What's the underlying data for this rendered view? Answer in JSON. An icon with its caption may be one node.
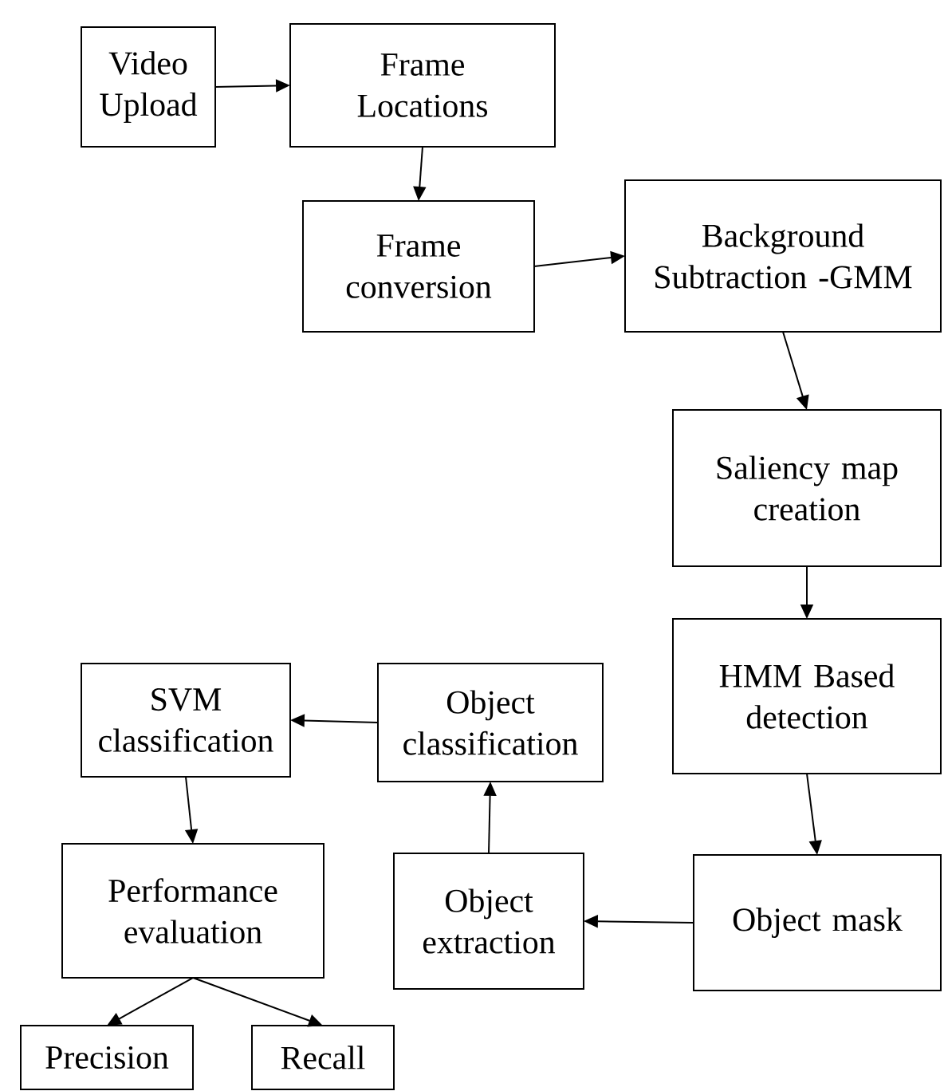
{
  "diagram": {
    "nodes": [
      {
        "text": [
          "Video Upload"
        ]
      },
      {
        "text": [
          "Frame Locations"
        ]
      },
      {
        "text": [
          "Frame conversion"
        ]
      },
      {
        "text": [
          "Background Subtraction -GMM"
        ]
      },
      {
        "text": [
          "Saliency map creation"
        ]
      },
      {
        "text": [
          "HMM Based detection"
        ]
      },
      {
        "text": [
          "Object mask"
        ]
      },
      {
        "text": [
          "Object extraction"
        ]
      },
      {
        "text": [
          "Object classification"
        ]
      },
      {
        "text": [
          "SVM classification"
        ]
      },
      {
        "text": [
          "Performance evaluation"
        ]
      },
      {
        "text": [
          "Precision"
        ]
      },
      {
        "text": [
          "Recall"
        ]
      }
    ],
    "edges": [
      {
        "from": 0,
        "to": 1,
        "arrow": "to"
      },
      {
        "from": 1,
        "to": 2,
        "arrow": "to"
      },
      {
        "from": 2,
        "to": 3,
        "arrow": "to"
      },
      {
        "from": 3,
        "to": 4,
        "arrow": "to"
      },
      {
        "from": 4,
        "to": 5,
        "arrow": "to"
      },
      {
        "from": 5,
        "to": 6,
        "arrow": "to"
      },
      {
        "from": 6,
        "to": 7,
        "arrow": "to"
      },
      {
        "from": 7,
        "to": 8,
        "arrow": "to"
      },
      {
        "from": 8,
        "to": 9,
        "arrow": "to"
      },
      {
        "from": 9,
        "to": 10,
        "arrow": "to"
      },
      {
        "from": 10,
        "to": 11,
        "arrow": "to"
      },
      {
        "from": 10,
        "to": 12,
        "arrow": "to"
      }
    ]
  }
}
